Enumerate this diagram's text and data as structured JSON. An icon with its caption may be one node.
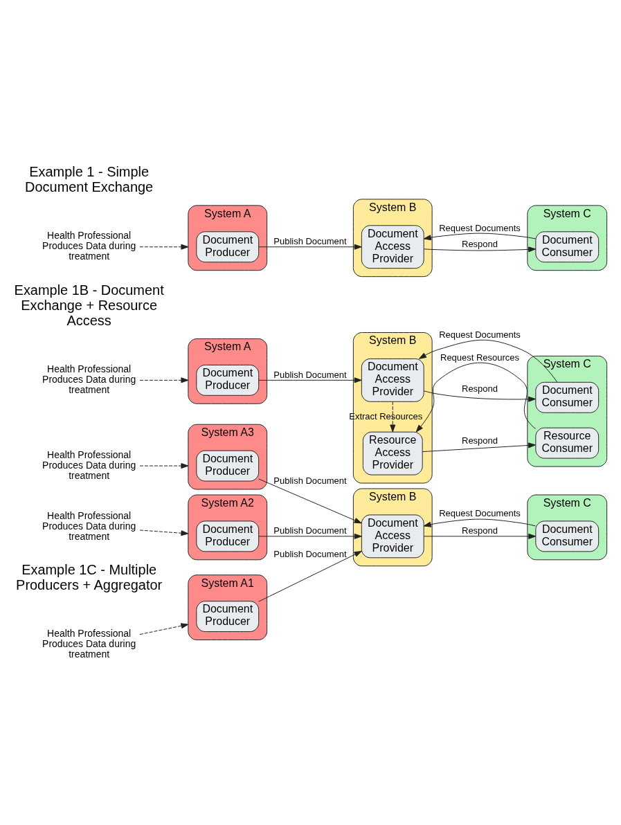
{
  "diagram": {
    "nodes": [
      {
        "text": [
          "Health Professional Produces Data during treatment"
        ]
      },
      {
        "text": [
          "System A"
        ]
      },
      {
        "text": [
          "Document Producer"
        ],
        "in": 1
      },
      {
        "text": [
          "System B"
        ]
      },
      {
        "text": [
          "Document Access Provider"
        ],
        "in": 3
      },
      {
        "text": [
          "System C"
        ]
      },
      {
        "text": [
          "Document Consumer"
        ],
        "in": 5
      },
      {
        "text": [
          "Health Professional Produces Data during treatment"
        ]
      },
      {
        "text": [
          "System A"
        ]
      },
      {
        "text": [
          "Document Producer"
        ],
        "in": 8
      },
      {
        "text": [
          "System B"
        ]
      },
      {
        "text": [
          "Document Access Provider"
        ],
        "in": 10
      },
      {
        "text": [
          "Resource Access Provider"
        ],
        "in": 10
      },
      {
        "text": [
          "System C"
        ]
      },
      {
        "text": [
          "Document Consumer"
        ],
        "in": 13
      },
      {
        "text": [
          "Resource Consumer"
        ],
        "in": 13
      },
      {
        "text": [
          "Health Professional Produces Data during treatment"
        ]
      },
      {
        "text": [
          "System A1"
        ]
      },
      {
        "text": [
          "Document Producer"
        ],
        "in": 17
      },
      {
        "text": [
          "Health Professional Produces Data during treatment"
        ]
      },
      {
        "text": [
          "System A2"
        ]
      },
      {
        "text": [
          "Document Producer"
        ],
        "in": 20
      },
      {
        "text": [
          "Health Professional Produces Data during treatment"
        ]
      },
      {
        "text": [
          "System A3"
        ]
      },
      {
        "text": [
          "Document Producer"
        ],
        "in": 23
      },
      {
        "text": [
          "System B"
        ]
      },
      {
        "text": [
          "Document Access Provider"
        ],
        "in": 25
      },
      {
        "text": [
          "System C"
        ]
      },
      {
        "text": [
          "Document Consumer"
        ],
        "in": 27
      }
    ],
    "edges": [
      {
        "from": 0,
        "to": 1,
        "arrow": "to",
        "style": "dashed"
      },
      {
        "from": 2,
        "to": 4,
        "arrow": "to",
        "label": "Publish Document"
      },
      {
        "from": 6,
        "to": 4,
        "arrow": "to",
        "label": "Request Documents"
      },
      {
        "from": 4,
        "to": 6,
        "arrow": "to",
        "label": "Respond"
      },
      {
        "from": 7,
        "to": 8,
        "arrow": "to",
        "style": "dashed"
      },
      {
        "from": 9,
        "to": 11,
        "arrow": "to",
        "label": "Publish Document"
      },
      {
        "from": 14,
        "to": 11,
        "arrow": "to",
        "label": "Request Documents"
      },
      {
        "from": 11,
        "to": 14,
        "arrow": "to",
        "label": "Respond"
      },
      {
        "from": 11,
        "to": 12,
        "arrow": "to",
        "label": "Extract Resources",
        "style": "dashed"
      },
      {
        "from": 15,
        "to": 12,
        "arrow": "to",
        "label": "Request Resources"
      },
      {
        "from": 12,
        "to": 15,
        "arrow": "to",
        "label": "Respond"
      },
      {
        "from": 16,
        "to": 17,
        "arrow": "to",
        "style": "dashed"
      },
      {
        "from": 19,
        "to": 20,
        "arrow": "to",
        "style": "dashed"
      },
      {
        "from": 22,
        "to": 23,
        "arrow": "to",
        "style": "dashed"
      },
      {
        "from": 18,
        "to": 26,
        "arrow": "to",
        "label": "Publish Document"
      },
      {
        "from": 21,
        "to": 26,
        "arrow": "to",
        "label": "Publish Document"
      },
      {
        "from": 24,
        "to": 26,
        "arrow": "to",
        "label": "Publish Document"
      },
      {
        "from": 28,
        "to": 26,
        "arrow": "to",
        "label": "Request Documents"
      },
      {
        "from": 26,
        "to": 28,
        "arrow": "to",
        "label": "Respond"
      }
    ],
    "labels": [
      "Example 1 - Simple Document Exchange",
      "Example 1B - Document Exchange + Resource Access",
      "Example 1C - Multiple Producers + Aggregator"
    ]
  }
}
